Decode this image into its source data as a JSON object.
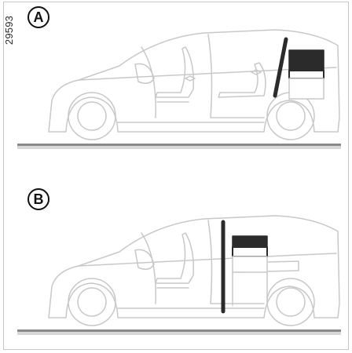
{
  "figure_code": "29593",
  "panels": [
    {
      "label": "A"
    },
    {
      "label": "B"
    }
  ],
  "colors": {
    "outline": "#c8c8c8",
    "ground": "#8a8a8a",
    "dark_part": "#2b2b2b",
    "badge": "#111111"
  }
}
